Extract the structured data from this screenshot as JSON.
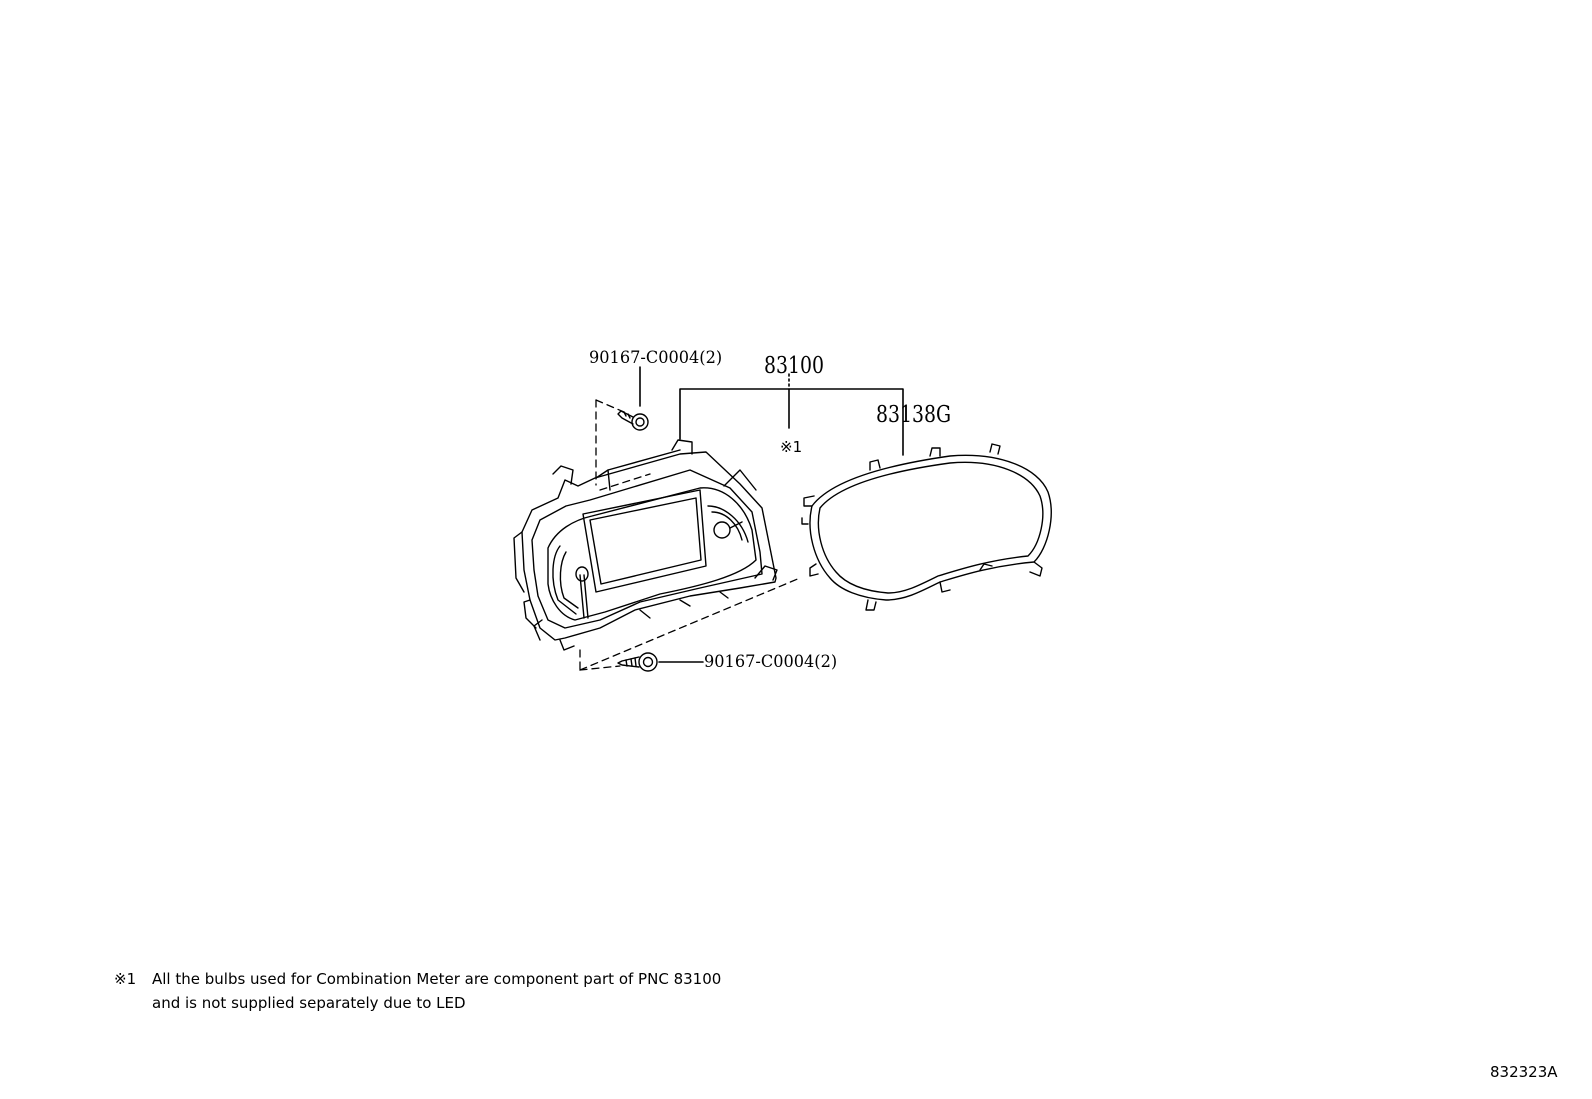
{
  "callouts": {
    "screw_top": "90167-C0004(2)",
    "meter_assembly": "83100",
    "glass_cover": "83138G",
    "bulb_note_ref": "※1",
    "screw_bottom": "90167-C0004(2)"
  },
  "footnote": {
    "mark": "※1",
    "line1": "All the bulbs used for Combination Meter are component part of PNC 83100",
    "line2": "and is not supplied separately due to LED"
  },
  "illustration_id": "832323A"
}
